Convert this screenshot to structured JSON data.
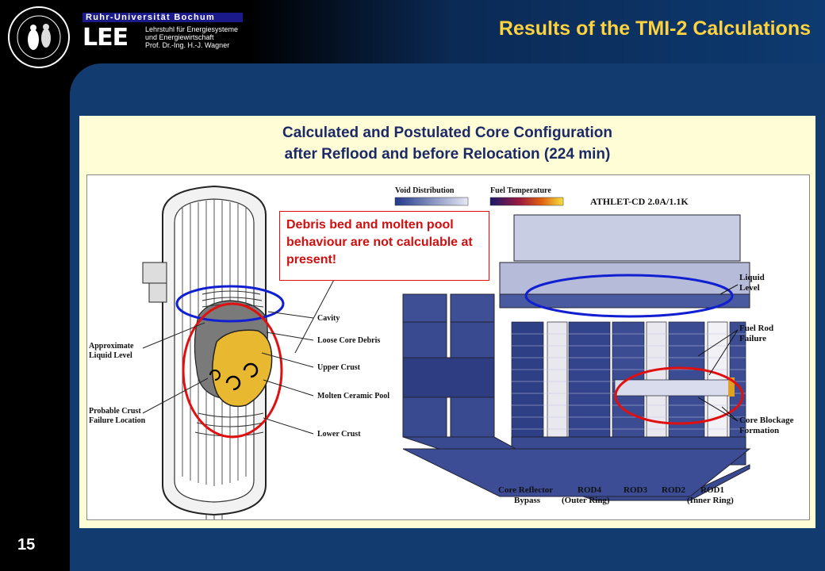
{
  "header": {
    "title": "Results of the TMI-2 Calculations",
    "logo_university": "Ruhr-Universität Bochum",
    "logo_lee": "LEE",
    "logo_lines": [
      "Lehrstuhl für Energiesysteme",
      "und Energiewirtschaft",
      "Prof. Dr.-Ing. H.-J. Wagner"
    ]
  },
  "caption": {
    "line1": "Calculated and Postulated Core Configuration",
    "line2": "after Reflood and before Relocation (224 min)"
  },
  "callout": "Debris bed and molten pool behaviour are not calculable at present!",
  "left_diagram": {
    "labels": {
      "approx_level_1": "Approximate",
      "approx_level_2": "Liquid Level",
      "crust_failure_1": "Probable Crust",
      "crust_failure_2": "Failure Location",
      "cavity": "Cavity",
      "loose_debris": "Loose Core Debris",
      "upper_crust": "Upper Crust",
      "molten_pool": "Molten Ceramic Pool",
      "lower_crust": "Lower Crust"
    }
  },
  "right_diagram": {
    "legend_void": "Void Distribution",
    "legend_fuel": "Fuel Temperature",
    "code_version": "ATHLET-CD 2.0A/1.1K",
    "liquid_level_1": "Liquid",
    "liquid_level_2": "Level",
    "fuel_rod_failure_1": "Fuel Rod",
    "fuel_rod_failure_2": "Failure",
    "core_blockage_1": "Core Blockage",
    "core_blockage_2": "Formation",
    "bottom_labels": {
      "reflector_1": "Core Reflector",
      "reflector_2": "Bypass",
      "rod4_1": "ROD4",
      "rod4_2": "(Outer Ring)",
      "rod3": "ROD3",
      "rod2": "ROD2",
      "rod1_1": "ROD1",
      "rod1_2": "(Inner Ring)"
    }
  },
  "colors": {
    "title": "#ffd23f",
    "highlight": "#e01010",
    "ellipse_blue": "#1020d0",
    "caption": "#1b2a66"
  },
  "page_number": "15"
}
